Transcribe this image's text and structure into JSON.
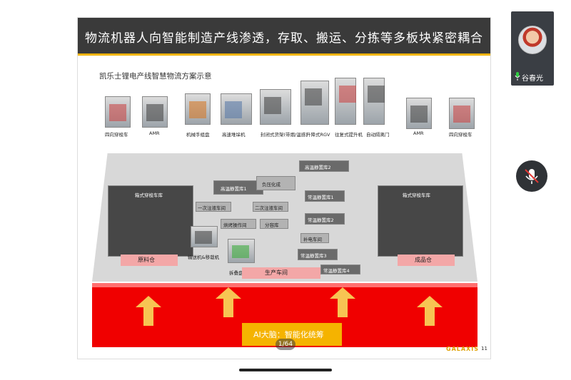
{
  "slide": {
    "title": "物流机器人向智能制造产线渗透，存取、搬运、分拣等多板块紧密耦合",
    "subtitle": "凯乐士锂电产线智慧物流方案示意",
    "equipment_captions": [
      "四向穿梭车",
      "AMR",
      "机械手组盘",
      "高速堆垛机",
      "封闭式货架(带烟/温感)",
      "升降式RGV",
      "往复式提升机",
      "自动隔离门",
      "AMR",
      "四向穿梭车"
    ],
    "zones": {
      "left_store": "箱式穿梭车库",
      "right_store": "箱式穿梭车库",
      "high_temp_1": "高温静置库1",
      "high_temp_2": "高温静置库2",
      "neg_form": "负压化成",
      "first_inject": "一次注液车间",
      "second_inject": "二次注液车间",
      "normal_temp_1": "常温静置库1",
      "normal_temp_2": "常温静置库2",
      "normal_temp_3": "常温静置库3",
      "normal_temp_4": "常温静置库4",
      "baking": "烘烤操作间",
      "grading": "分容库",
      "supplement": "补电车间",
      "conveyor": "输送机&移栽机",
      "unstacker": "拆叠盘机",
      "raw": "原料仓",
      "finished": "成品仓",
      "production": "生产车间"
    },
    "ai_label": "AI大脑：智能化统筹",
    "logo": "GALAXIS",
    "page_number": "11"
  },
  "pager": "1/64",
  "participant": {
    "name": "谷春光"
  },
  "colors": {
    "accent": "#f5b300",
    "band": "#f00000"
  }
}
